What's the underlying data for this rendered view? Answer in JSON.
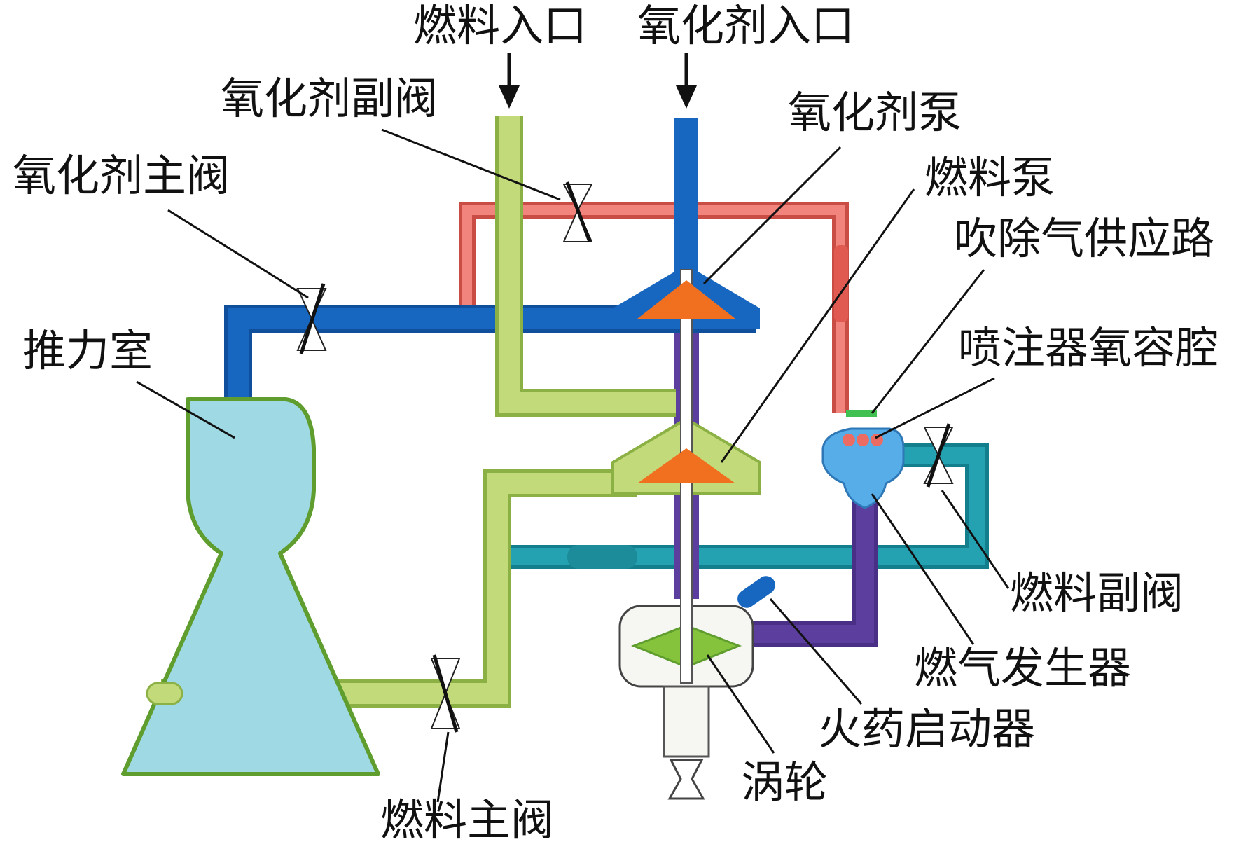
{
  "labels": {
    "fuel_inlet": "燃料入口",
    "oxidizer_inlet": "氧化剂入口",
    "oxidizer_aux_valve": "氧化剂副阀",
    "oxidizer_pump": "氧化剂泵",
    "oxidizer_main_valve": "氧化剂主阀",
    "fuel_pump": "燃料泵",
    "purge_gas_supply": "吹除气供应路",
    "thrust_chamber": "推力室",
    "injector_oxygen_cavity": "喷注器氧容腔",
    "fuel_aux_valve": "燃料副阀",
    "gas_generator": "燃气发生器",
    "pyro_starter": "火药启动器",
    "turbine": "涡轮",
    "fuel_main_valve": "燃料主阀"
  },
  "colors": {
    "oxidizer_line": "#1767c0",
    "fuel_line": "#c3da7a",
    "fuel_line_edge": "#8bb043",
    "hot_gas_line": "#ec6b63",
    "gas_generator_outlet_line": "#5b3c9a",
    "fuel_aux_line": "#1e9aaa",
    "pump_impeller": "#f07020",
    "turbine_rotor": "#86c33c",
    "chamber_fill": "#9ed9e4",
    "chamber_edge": "#5f9e2e",
    "gas_generator_fill": "#57ade8",
    "purge_mark": "#40c050"
  }
}
